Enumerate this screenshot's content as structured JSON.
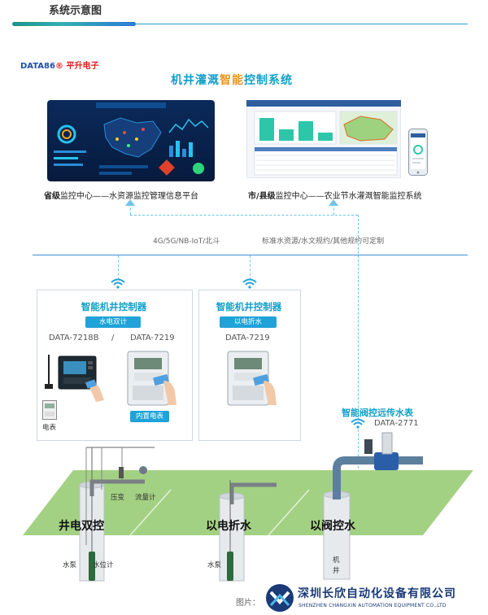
{
  "section_title": "系统示意图",
  "logo": {
    "en": "DATA86",
    "cn": "平升电子"
  },
  "main_title": {
    "part1": "机井灌溉",
    "part2": "智能",
    "part3": "控制系统"
  },
  "platforms": {
    "left_caption_bold": "省级",
    "left_caption_rest": "监控中心——水资源监控管理信息平台",
    "right_caption_bold": "市/县级",
    "right_caption_rest": "监控中心——农业节水灌溉智能监控系统"
  },
  "network": {
    "comm_label": "4G/5G/NB-IoT/北斗",
    "protocol_label": "标准水资源/水文规约/其他规约可定制"
  },
  "controller_left": {
    "title": "智能机井控制器",
    "tag": "水电双计",
    "model_a": "DATA-7218B",
    "separator": "/",
    "model_b": "DATA-7219",
    "meter_label": "电表",
    "builtin_tag": "内置电表"
  },
  "controller_mid": {
    "title": "智能机井控制器",
    "tag": "以电折水",
    "model": "DATA-7219"
  },
  "valve": {
    "title": "智能阀控远传水表",
    "model": "DATA-2771"
  },
  "field": {
    "label_left": "井电双控",
    "label_mid": "以电折水",
    "label_right": "以阀控水",
    "pressure": "压变",
    "flowmeter": "流量计",
    "pump_left": "水泵",
    "level_meter": "水位计",
    "pump_mid": "水泵",
    "well_right": "机\n井"
  },
  "watermark": {
    "prefix": "图片：",
    "company_cn": "深圳长欣自动化设备有限公司",
    "company_en": "SHENZHEN CHANGXIN AUTOMATION EQUIPMENT CO.,LTD"
  },
  "colors": {
    "accent": "#12a0c8",
    "highlight": "#e8961c",
    "ground": "#9fcf7e",
    "tag": "#1fa3d8"
  }
}
